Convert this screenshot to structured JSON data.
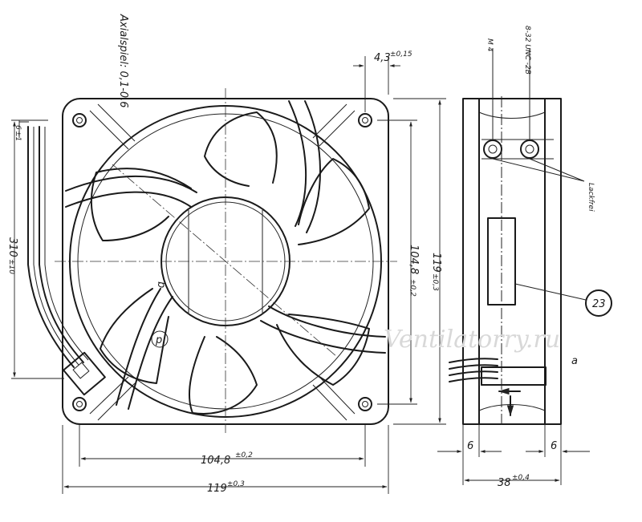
{
  "labels": {
    "axial_play": "Axialspiel: 0,1-0,6",
    "hole_offset": "4,3",
    "hole_offset_tol": "±0,15",
    "screw_m4": "M 4",
    "screw_unc": "8-32 UNC -2B",
    "lackfrei": "Lackfrei",
    "callout": "23",
    "lead_letter": "a",
    "hub_letter": "b",
    "rotor_mark": "p",
    "wire_offset": "6",
    "wire_offset_tol": "±1"
  },
  "dimensions": {
    "hole_spacing": "104,8",
    "hole_spacing_tol": "±0,2",
    "frame_size": "119",
    "frame_size_tol": "±0,3",
    "lead_length": "310",
    "lead_length_tol": "±10",
    "side_flange_left": "6",
    "side_flange_right": "6",
    "depth": "38",
    "depth_tol": "±0,4"
  },
  "watermark": "Ventilatorry.ru"
}
